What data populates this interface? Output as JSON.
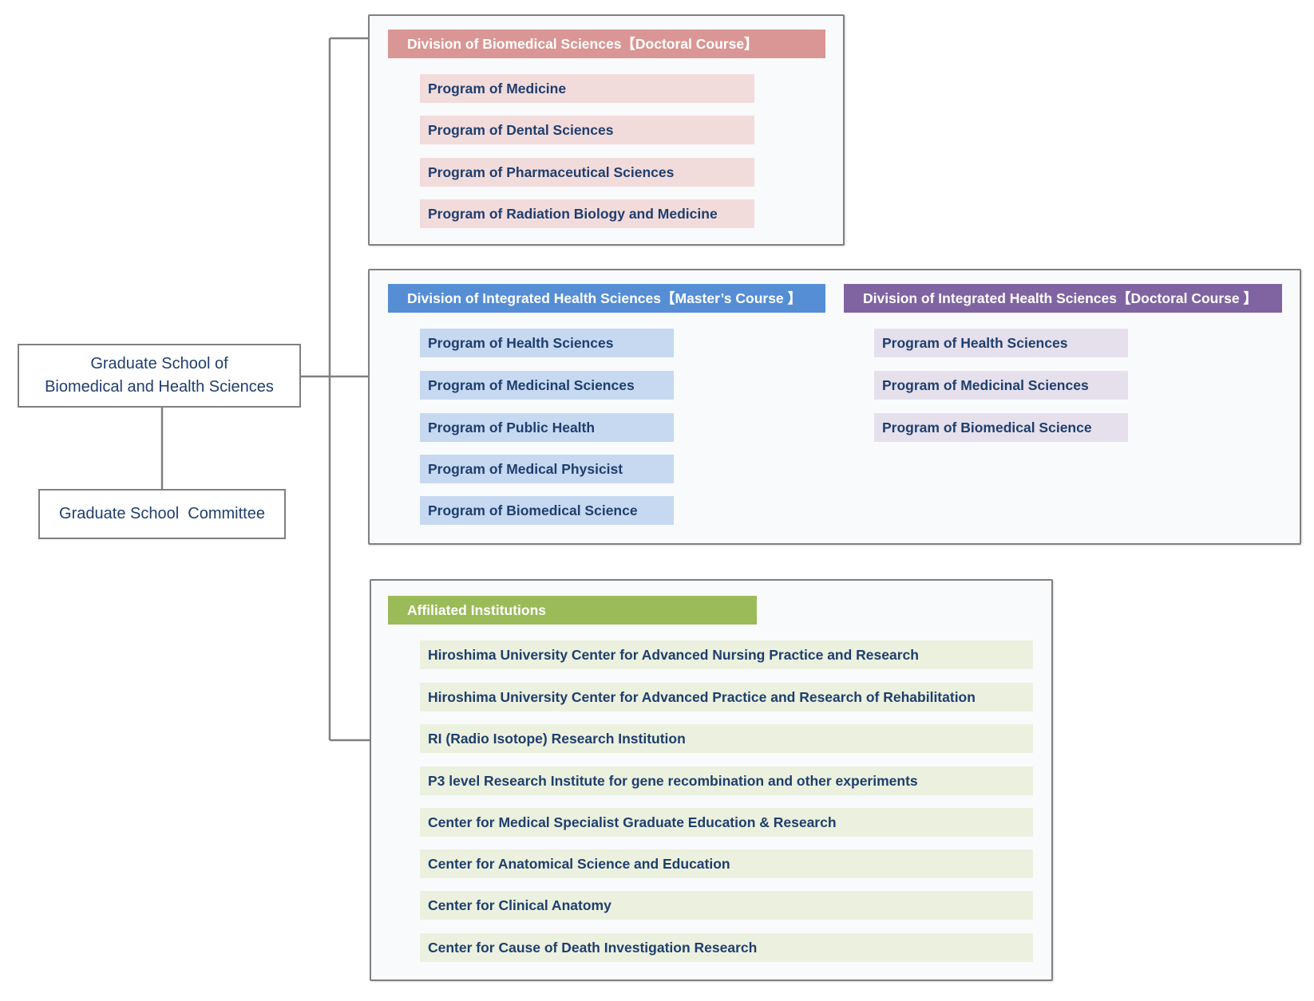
{
  "root": {
    "line1": "Graduate School of",
    "line2": "Biomedical and Health Sciences"
  },
  "committee": "Graduate School  Committee",
  "biomedical": {
    "header": "Division of Biomedical Sciences【Doctoral Course】",
    "programs": [
      "Program of Medicine",
      "Program of Dental Sciences",
      "Program of Pharmaceutical Sciences",
      "Program of Radiation Biology and Medicine"
    ]
  },
  "integrated_master": {
    "header": "Division of Integrated Health Sciences【Master’s Course 】",
    "programs": [
      "Program of Health Sciences",
      "Program of Medicinal Sciences",
      "Program of Public Health",
      "Program of Medical Physicist",
      "Program of Biomedical Science"
    ]
  },
  "integrated_doctoral": {
    "header": "Division of Integrated Health Sciences【Doctoral Course 】",
    "programs": [
      "Program of Health Sciences",
      "Program of Medicinal Sciences",
      "Program of Biomedical Science"
    ]
  },
  "affiliated": {
    "header": "Affiliated Institutions",
    "items": [
      "Hiroshima University Center for Advanced Nursing Practice and Research",
      "Hiroshima University Center for Advanced Practice and Research of Rehabilitation",
      "RI (Radio Isotope) Research Institution",
      "P3 level Research Institute for gene recombination and other experiments",
      "Center for Medical Specialist Graduate Education & Research",
      "Center for Anatomical Science and Education",
      "Center for Clinical Anatomy",
      "Center for Cause of Death Investigation Research"
    ]
  },
  "colors": {
    "biomedical_header": "#da9694",
    "biomedical_item": "#f2dcdb",
    "master_header": "#558ed5",
    "master_item": "#c6d9f1",
    "doctoral_header": "#8064a2",
    "doctoral_item": "#e5e0ec",
    "affiliated_header": "#9bbb59",
    "affiliated_item": "#ebf1de",
    "text": "#1f3e6e",
    "connector": "#808080"
  }
}
